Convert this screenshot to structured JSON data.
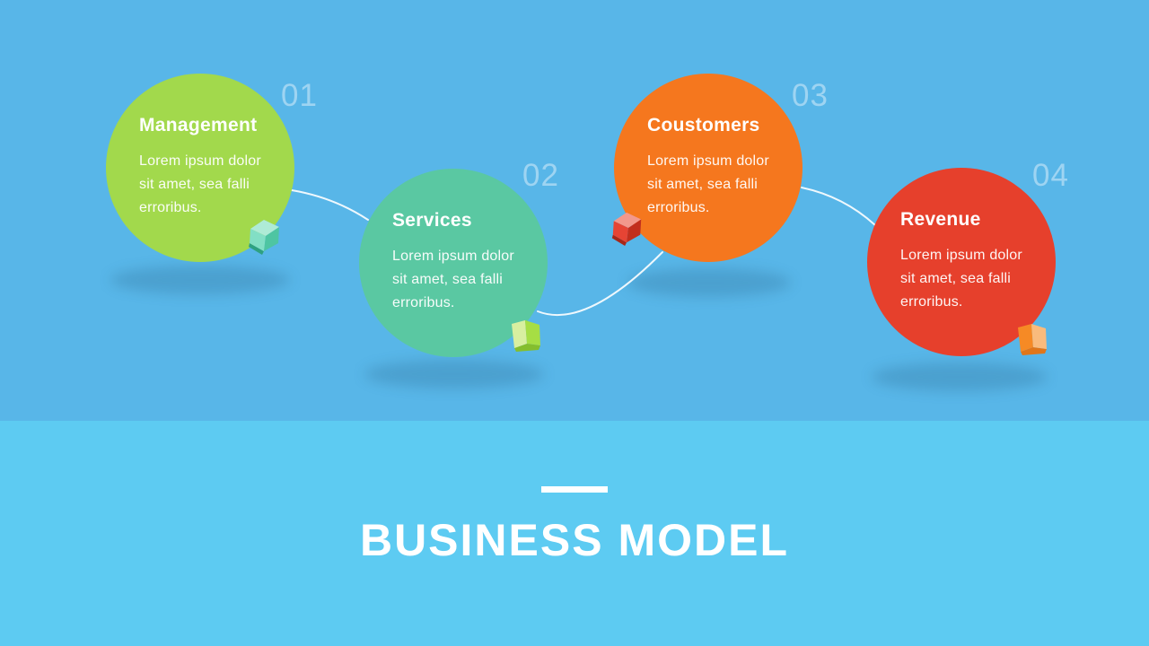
{
  "slide": {
    "title": "BUSINESS MODEL",
    "colors": {
      "background_top": "#58B6E8",
      "background_bottom": "#5DCBF2",
      "connector": "#FFFFFF",
      "shadow": "rgba(23,74,112,0.20)",
      "number_text": "rgba(255,255,255,0.42)"
    }
  },
  "steps": [
    {
      "number": "01",
      "title": "Management",
      "description": "Lorem ipsum dolor sit amet, sea falli erroribus.",
      "circle_color": "#A2D94C",
      "cube": {
        "f1": "#AEEBD6",
        "f2": "#82DFC5",
        "f3": "#4EC5A2",
        "edge": "#2EA181"
      }
    },
    {
      "number": "02",
      "title": "Services",
      "description": "Lorem ipsum dolor sit amet, sea falli erroribus.",
      "circle_color": "#5AC8A2",
      "cube": {
        "f1": "#D8EFA0",
        "f2": "#A6DE44",
        "edge": "#84BE2E"
      }
    },
    {
      "number": "03",
      "title": "Coustomers",
      "description": "Lorem ipsum dolor sit amet, sea falli erroribus.",
      "circle_color": "#F5771E",
      "cube": {
        "f1": "#F2988C",
        "f2": "#E64434",
        "f3": "#C22F1E",
        "edge": "#A82718"
      }
    },
    {
      "number": "04",
      "title": "Revenue",
      "description": "Lorem ipsum dolor sit amet, sea falli erroribus.",
      "circle_color": "#E6402C",
      "cube": {
        "f1": "#F68A25",
        "f2": "#F9BB7D",
        "edge": "#E0761A"
      }
    }
  ]
}
